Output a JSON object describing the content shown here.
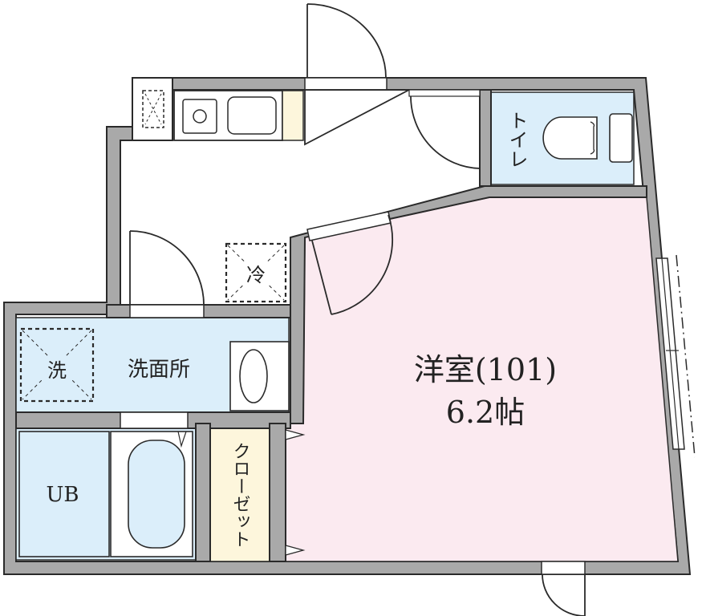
{
  "floorplan": {
    "main_room": {
      "name": "洋室(101)",
      "size": "6.2帖"
    },
    "rooms": {
      "toilet": "トイレ",
      "washroom": "洗面所",
      "bath": "UB",
      "closet": "クローゼット"
    },
    "appliances": {
      "fridge": "冷",
      "washer": "洗"
    },
    "colors": {
      "main_room": "#fbeaf0",
      "wet_area": "#dbeefa",
      "closet": "#fdf6dc",
      "wall": "#a9a9a9",
      "outline": "#2a2a2a"
    }
  }
}
